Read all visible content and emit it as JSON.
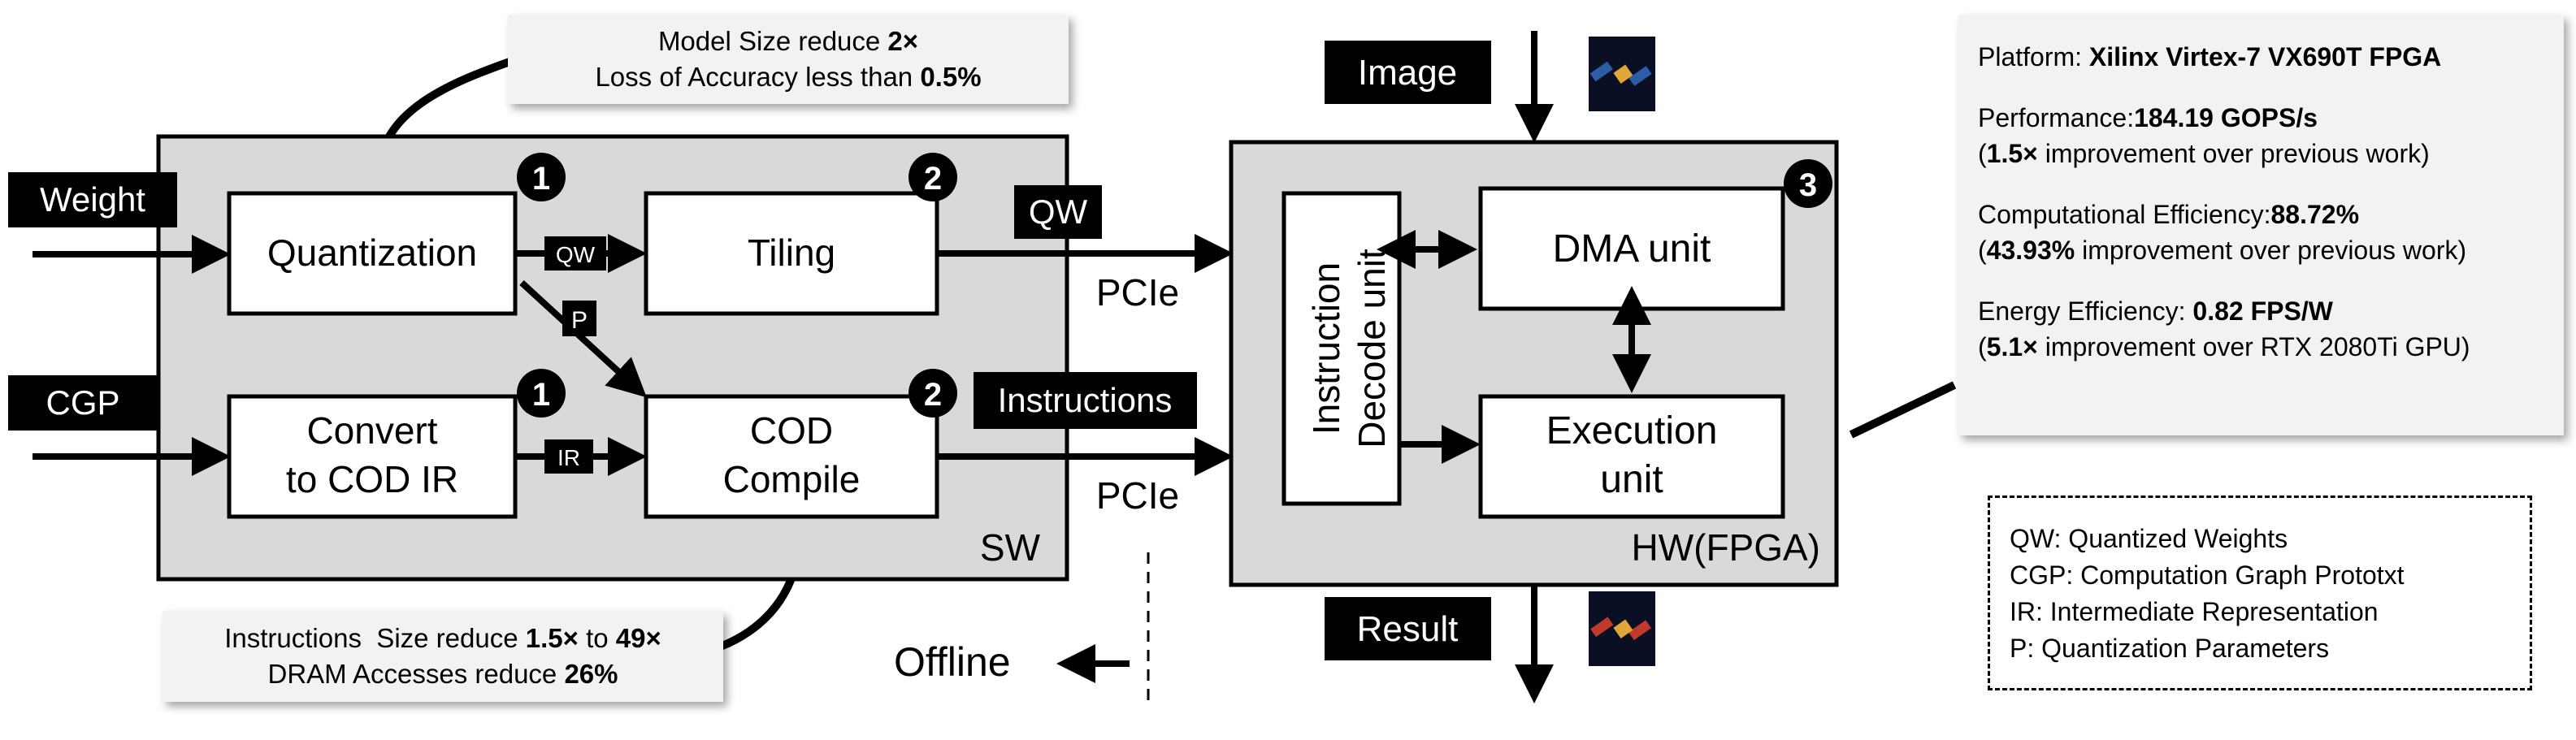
{
  "inputs": {
    "weight": "Weight",
    "cgp": "CGP",
    "image": "Image",
    "result": "Result"
  },
  "sw": {
    "region_label": "SW",
    "quantization": "Quantization",
    "tiling": "Tiling",
    "convert": [
      "Convert",
      "to COD IR"
    ],
    "cod_compile": [
      "COD",
      "Compile"
    ],
    "tag_qw": "QW",
    "tag_p": "P",
    "tag_ir": "IR",
    "steps": {
      "quantization": "1",
      "tiling": "2",
      "convert": "1",
      "cod_compile": "2"
    }
  },
  "links": {
    "qw": "QW",
    "instructions": "Instructions",
    "pcie_top": "PCIe",
    "pcie_bottom": "PCIe",
    "offline": "Offline"
  },
  "hw": {
    "region_label": "HW(FPGA)",
    "step": "3",
    "instruction_decode": [
      "Instruction",
      "Decode unit"
    ],
    "dma": "DMA unit",
    "execution": [
      "Execution",
      "unit"
    ]
  },
  "callouts": {
    "top": {
      "line1_text": "Model Size reduce ",
      "line1_value": "2×",
      "line2_text": "Loss of Accuracy less than ",
      "line2_value": "0.5%"
    },
    "bottom": {
      "line1_text": "Instructions  Size reduce ",
      "line1_value_a": "1.5×",
      "line1_mid": " to ",
      "line1_value_b": "49×",
      "line2_text": "DRAM Accesses reduce ",
      "line2_value": "26%"
    }
  },
  "platform": {
    "platform_label": "Platform: ",
    "platform_value": "Xilinx Virtex-7 VX690T FPGA",
    "performance_label": "Performance:",
    "performance_value": "184.19 GOPS/s",
    "performance_note_value": "1.5×",
    "performance_note_text": " improvement over previous work)",
    "comp_eff_label": "Computational Efficiency:",
    "comp_eff_value": "88.72%",
    "comp_eff_note_value": "43.93%",
    "comp_eff_note_text": " improvement over previous work)",
    "energy_label": "Energy Efficiency: ",
    "energy_value": "0.82 FPS/W",
    "energy_note_value": "5.1×",
    "energy_note_text": " improvement over RTX 2080Ti GPU)"
  },
  "legend": [
    "QW: Quantized Weights",
    "CGP: Computation Graph Prototxt",
    "IR: Intermediate Representation",
    "P: Quantization Parameters"
  ],
  "colors": {
    "region_fill": "#d9d9d9",
    "box_fill": "#ffffff",
    "ink": "#000000",
    "panel_fill": "#f2f2f2",
    "satellite_bg": "#0a0f24",
    "satellite_body": "#e0a63a",
    "panel_blue": "#2b5ea7",
    "panel_red": "#c0392b"
  }
}
